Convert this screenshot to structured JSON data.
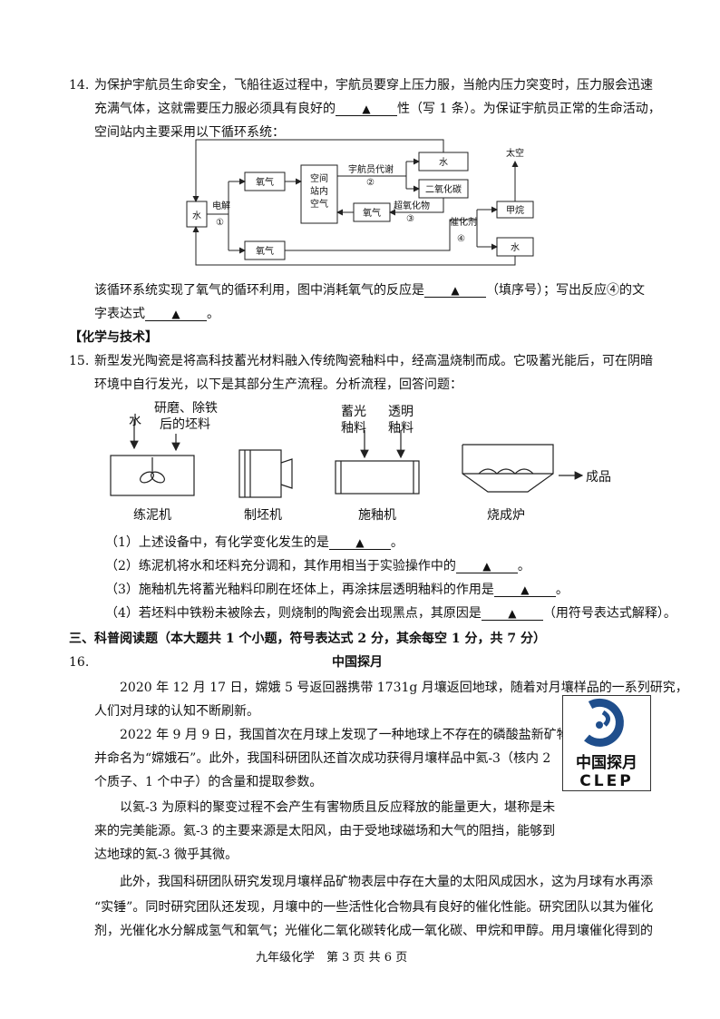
{
  "q14": {
    "num": "14.",
    "line1": "为保护宇航员生命安全，飞船往返过程中，宇航员要穿上压力服，当舱内压力突变时，压力服会迅速",
    "line2a": "充满气体，这就需要压力服必须具有良好的",
    "line2b": "性（写 1 条）。为保证宇航员正常的生命活动，",
    "line3": "空间站内主要采用以下循环系统：",
    "diagram": {
      "water_left": "水",
      "electrolysis": "电解",
      "circle1": "①",
      "oxygen_top": "氧气",
      "oxygen_bottom": "氧气",
      "station_air": [
        "空间",
        "站内",
        "空气"
      ],
      "astronaut_metab": "宇航员代谢",
      "circle2": "②",
      "water_top": "水",
      "co2": "二氧化碳",
      "superoxide": "超氧化物",
      "circle3": "③",
      "oxygen_mid": "氧气",
      "catalyst": "催化剂",
      "circle4": "④",
      "methane": "甲烷",
      "water_right": "水",
      "space": "太空"
    },
    "line4a": "该循环系统实现了氧气的循环利用，图中消耗氧气的反应是",
    "line4b": "（填序号）；写出反应④的文",
    "line5a": "字表达式",
    "line5b": "。"
  },
  "section_tag": "【化学与技术】",
  "q15": {
    "num": "15.",
    "line1": "新型发光陶瓷是将高科技蓄光材料融入传统陶瓷釉料中，经高温烧制而成。它吸蓄光能后，可在阴暗",
    "line2": "环境中自行发光，以下是其部分生产流程。分析流程，回答问题：",
    "flow": {
      "water": "水",
      "grind1": "研磨、除铁",
      "grind2": "后的坯料",
      "glaze1a": "蓄光",
      "glaze1b": "釉料",
      "glaze2a": "透明",
      "glaze2b": "釉料",
      "product": "成品",
      "m1": "练泥机",
      "m2": "制坯机",
      "m3": "施釉机",
      "m4": "烧成炉"
    },
    "sub1a": "（1）上述设备中，有化学变化发生的是",
    "sub1b": "。",
    "sub2a": "（2）练泥机将水和坯料充分调和，其作用相当于实验操作中的",
    "sub2b": "。",
    "sub3a": "（3）施釉机先将蓄光釉料印刷在坯体上，再涂抹层透明釉料的作用是",
    "sub3b": "。",
    "sub4a": "（4）若坯料中铁粉未被除去，则烧制的陶瓷会出现黑点，其原因是",
    "sub4b": "（用符号表达式解释）。"
  },
  "section3": "三、科普阅读题（本大题共 1 个小题，符号表达式 2 分，其余每空 1 分，共 7 分）",
  "q16": {
    "num": "16.",
    "title": "中国探月",
    "p1a": "2020 年 12 月 17 日，嫦娥 5 号返回器携带 1731g 月壤返回地球，随着对月壤样品的一系列研究，",
    "p1b": "人们对月球的认知不断刷新。",
    "p2a": "2022 年 9 月 9 日，我国首次在月球上发现了一种地球上不存在的磷酸盐新矿物，",
    "p2b": "并命名为“嫦娥石”。此外，我国科研团队还首次成功获得月壤样品中氦-3（核内 2",
    "p2c": "个质子、1 个中子）的含量和提取参数。",
    "p3a": "以氦-3 为原料的聚变过程不会产生有害物质且反应释放的能量更大，堪称是未",
    "p3b": "来的完美能源。氦-3 的主要来源是太阳风，由于受地球磁场和大气的阻挡，能够到",
    "p3c": "达地球的氦-3 微乎其微。",
    "p4a": "此外，我国科研团队研究发现月壤样品矿物表层中存在大量的太阳风成因水，这为月球有水再添",
    "p4b": "“实锤”。同时研究团队还发现，月壤中的一些活性化合物具有良好的催化性能。研究团队以其为催化",
    "p4c": "剂，光催化水分解成氢气和氧气；光催化二氧化碳转化成一氧化碳、甲烷和甲醇。用月壤催化得到的",
    "logo_cn": "中国探月",
    "logo_en": "CLEP"
  },
  "blank_mark": "▲",
  "footer": "九年级化学　第 3 页 共 6 页"
}
